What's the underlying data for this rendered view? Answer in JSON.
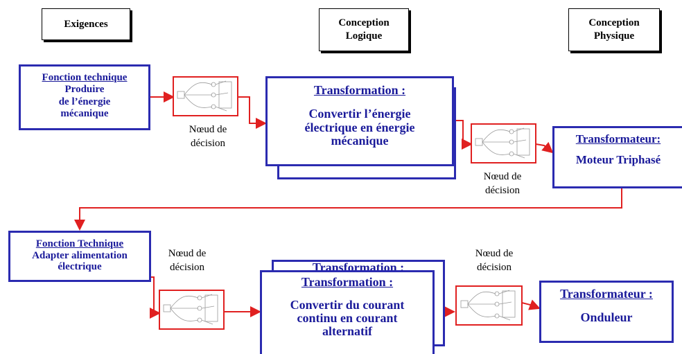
{
  "columns": {
    "exigences": "Exigences",
    "logique": "Conception\nLogique",
    "physique": "Conception\nPhysique"
  },
  "row1": {
    "fonction": {
      "title": "Fonction technique",
      "text": "Produire\nde l’énergie\nmécanique"
    },
    "transformation": {
      "title": "Transformation :",
      "text": "Convertir l’énergie\nélectrique en énergie\nmécanique"
    },
    "transformateur": {
      "title": "Transformateur:",
      "text": "Moteur Triphasé"
    },
    "node1_caption": "Nœud de\ndécision",
    "node2_caption": "Nœud de\ndécision"
  },
  "row2": {
    "fonction": {
      "title": "Fonction Technique",
      "text": "Adapter alimentation\nélectrique"
    },
    "transformation_back_title": "Transformation :",
    "transformation": {
      "title": "Transformation :",
      "text": "Convertir du courant\ncontinu en courant\nalternatif"
    },
    "transformateur": {
      "title": "Transformateur :",
      "text": "Onduleur"
    },
    "node1_caption": "Nœud de\ndécision",
    "node2_caption": "Nœud de\ndécision"
  },
  "colors": {
    "box_border": "#2b2bb0",
    "box_text": "#1a1a9a",
    "wire": "#e02020"
  }
}
